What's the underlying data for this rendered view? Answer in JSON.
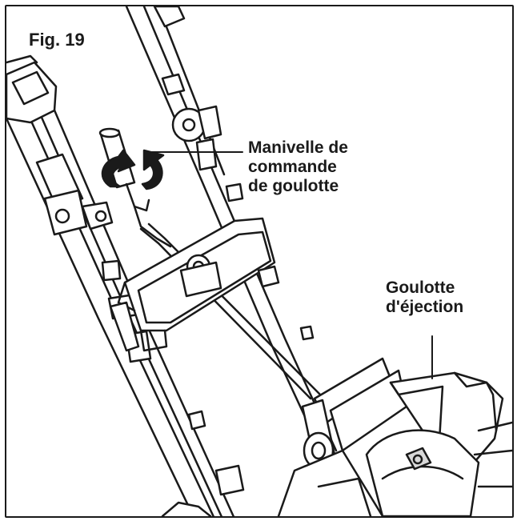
{
  "figure": {
    "label": "Fig. 19"
  },
  "callouts": {
    "crank": {
      "lines": [
        "Manivelle de",
        "commande",
        "de goulotte"
      ]
    },
    "chute": {
      "lines": [
        "Goulotte",
        "d'éjection"
      ]
    }
  },
  "colors": {
    "line": "#1a1a1a",
    "fill": "#ffffff",
    "shade": "#d9d9d9"
  }
}
